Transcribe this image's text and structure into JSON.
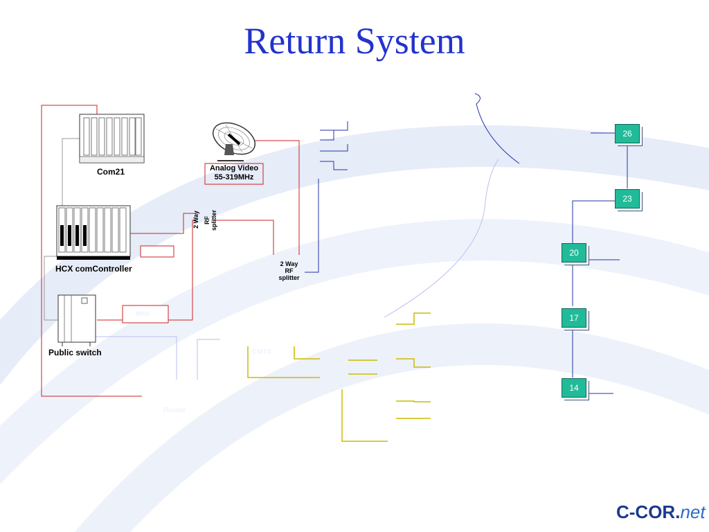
{
  "title": "Return System",
  "labels": {
    "com21": "Com21",
    "hcx": "HCX comController",
    "public_switch": "Public switch",
    "analog_video_line1": "Analog Video",
    "analog_video_line2": "55-319MHz",
    "two_way_rf_splitter_small_1": "2 Way",
    "two_way_rf_splitter_small_2": "RF",
    "two_way_rf_splitter_small_3": "splitter",
    "two_way_rf_splitter_line1": "2 Way",
    "two_way_rf_splitter_line2": "RF splitter",
    "faint_mhz": "MHz",
    "faint_cmts": "CMTS",
    "faint_router": "Router"
  },
  "amplifiers": [
    "26",
    "23",
    "20",
    "17",
    "14"
  ],
  "logo": {
    "main": "C-COR.",
    "suffix": "net"
  },
  "colors": {
    "title": "#2233cc",
    "red_line": "#cc2222",
    "blue_line": "#2233aa",
    "yellow_line": "#ccbb00",
    "gray_line": "#999999",
    "amp_fill": "#22bb99",
    "house_body": "#8b0000",
    "house_roof": "#118811",
    "house_chimney": "#dd0000",
    "house_door": "#ffee00"
  }
}
